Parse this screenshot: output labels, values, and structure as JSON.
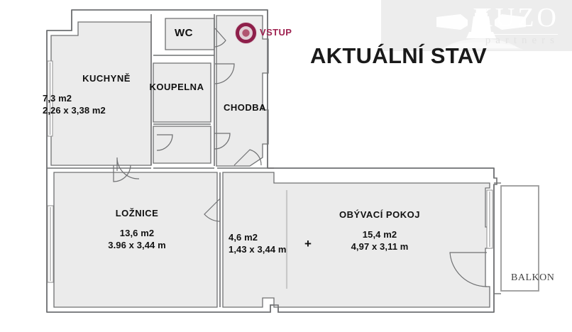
{
  "document": {
    "title": "AKTUÁLNÍ STAV",
    "type": "floor-plan"
  },
  "watermark": {
    "brand": "KUZO",
    "subtitle": "partners",
    "emblem_icon": "lighthouse-icon",
    "box_color": "#ededed"
  },
  "entry": {
    "marker_icon": "target-circle-icon",
    "label": "VSTUP",
    "color": "#9e2250"
  },
  "colors": {
    "room_fill": "#ebebeb",
    "wall_stroke": "#58585a",
    "text": "#111111",
    "accent": "#9e2250",
    "balcony_stroke": "#9a9a9a"
  },
  "rooms": [
    {
      "id": "kuchyne",
      "name": "KUCHYNĚ",
      "area": "7,3 m2",
      "dims": "2,26 x 3,38 m2"
    },
    {
      "id": "wc",
      "name": "WC",
      "area": "",
      "dims": ""
    },
    {
      "id": "koupelna",
      "name": "KOUPELNA",
      "area": "",
      "dims": ""
    },
    {
      "id": "chodba",
      "name": "CHODBA",
      "area": "",
      "dims": ""
    },
    {
      "id": "loznice",
      "name": "LOŽNICE",
      "area": "13,6 m2",
      "dims": "3.96 x 3,44 m"
    },
    {
      "id": "small-room",
      "name": "",
      "area": "4,6 m2",
      "dims": "1,43 x 3,44 m"
    },
    {
      "id": "obyvaci-pokoj",
      "name": "OBÝVACÍ POKOJ",
      "area": "15,4 m2",
      "dims": "4,97 x 3,11 m"
    },
    {
      "id": "balkon",
      "name": "BALKON",
      "area": "",
      "dims": ""
    }
  ],
  "symbols": {
    "plus": "+"
  }
}
